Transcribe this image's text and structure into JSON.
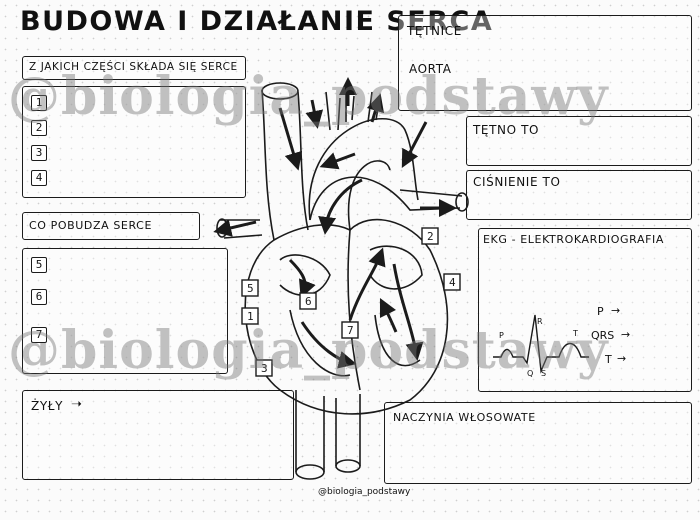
{
  "title": "Budowa i działanie serca",
  "sections": {
    "parts": "Z jakich części składa się serce",
    "stimulus": "Co pobudza serce",
    "arteries": "Tętnice",
    "aorta": "Aorta",
    "pulse": "Tętno to",
    "pressure": "Ciśnienie to",
    "ekg": "EKG - Elektrokardiografia",
    "veins": "Żyły",
    "capillaries": "Naczynia włosowate"
  },
  "numbers": {
    "n1": "1",
    "n2": "2",
    "n3": "3",
    "n4": "4",
    "n5": "5",
    "n6": "6",
    "n7": "7"
  },
  "ekg": {
    "wave_labels": {
      "P": "P",
      "R": "R",
      "Q": "Q",
      "S": "S",
      "T": "T"
    },
    "arrow_labels": {
      "p": "P",
      "qrs": "QRS",
      "t": "T"
    }
  },
  "footer": "@biologia_podstawy",
  "watermark": "@biologia_podstawy",
  "colors": {
    "ink": "#1b1b1b",
    "paper": "#fbfbfb",
    "watermark": "#8a8a8a"
  }
}
